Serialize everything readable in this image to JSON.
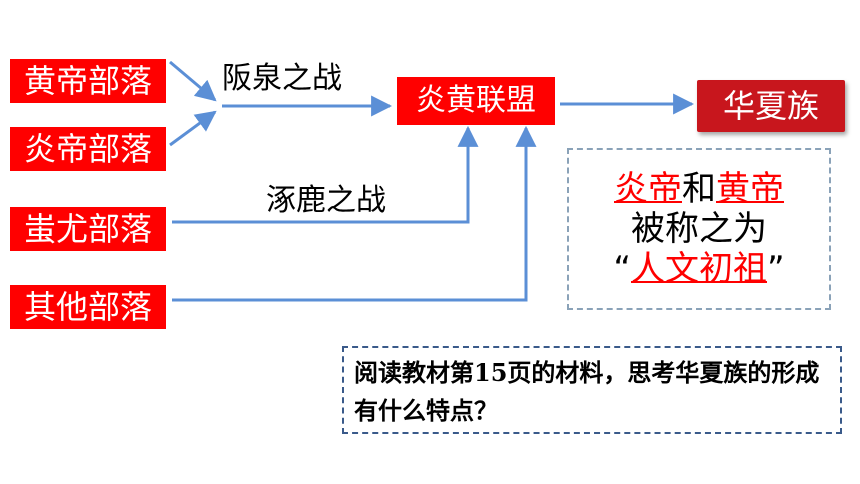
{
  "tribes": {
    "huangdi": "黄帝部落",
    "yandi": "炎帝部落",
    "chiyou": "蚩尤部落",
    "others": "其他部落"
  },
  "battles": {
    "banquan": "阪泉之战",
    "zhuolu": "涿鹿之战"
  },
  "alliance": "炎黄联盟",
  "nation": "华夏族",
  "note": {
    "yandi": "炎帝",
    "and": "和",
    "huangdi": "黄帝",
    "line2": "被称之为",
    "quote_open": "“",
    "title": "人文初祖",
    "quote_close": "”"
  },
  "question": "阅读教材第15页的材料，思考华夏族的形成有什么特点？",
  "colors": {
    "box_red": "#ff0000",
    "nation_box": "#c8161d",
    "arrow_blue": "#5b8fd6",
    "note_border": "#8aa2b8",
    "question_border": "#3a5a8a"
  }
}
